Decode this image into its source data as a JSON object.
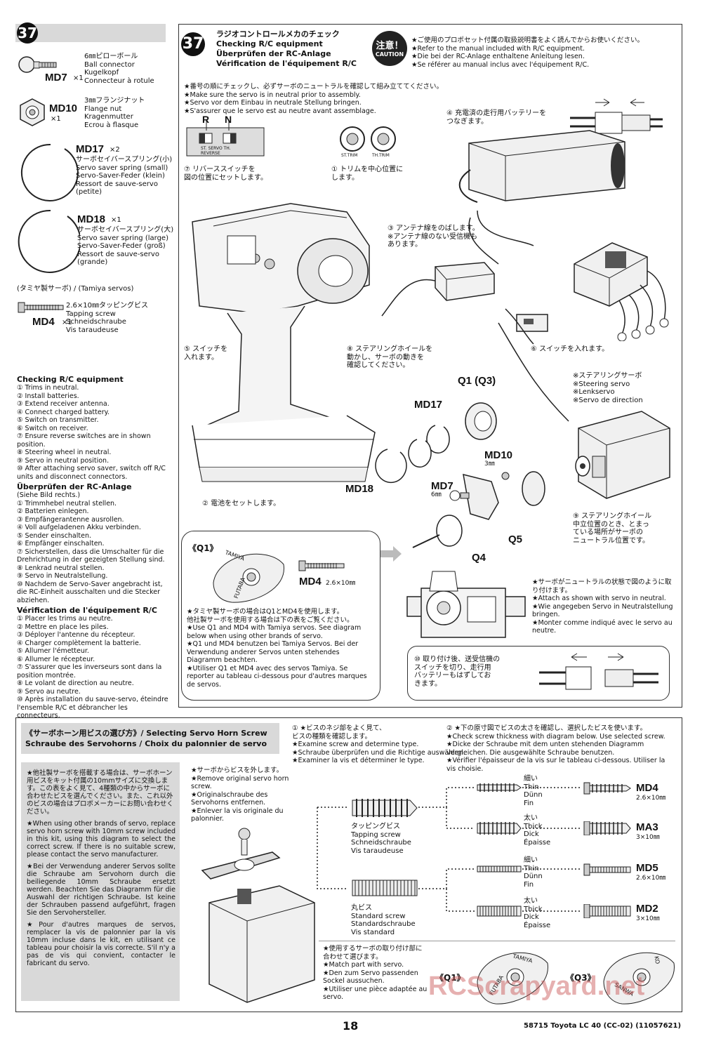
{
  "step": "37",
  "parts": {
    "md7": {
      "code": "MD7",
      "qty": "×1",
      "desc": "6㎜ピローボール\nBall connector\nKugelkopf\nConnecteur à rotule"
    },
    "md10": {
      "code": "MD10",
      "qty": "×1",
      "desc": "3㎜フランジナット\nFlange nut\nKragenmutter\nEcrou à flasque"
    },
    "md17": {
      "code": "MD17",
      "qty": "×2",
      "desc": "サーボセイバースプリング(小)\nServo saver spring (small)\nServo-Saver-Feder (klein)\nRessort de sauve-servo\n(petite)"
    },
    "md18": {
      "code": "MD18",
      "qty": "×1",
      "desc": "サーボセイバースプリング(大)\nServo saver spring (large)\nServo-Saver-Feder (groß)\nRessort de sauve-servo\n(grande)"
    },
    "tamiya_servos": "(タミヤ製サーボ) / (Tamiya servos)",
    "md4": {
      "code": "MD4",
      "qty": "×1",
      "desc": "2.6×10㎜タッピングビス\nTapping screw\nSchneidschraube\nVis taraudeuse"
    }
  },
  "left_instructions": {
    "en_title": "Checking R/C equipment",
    "en_items": [
      "① Trims in neutral.",
      "② Install batteries.",
      "③ Extend receiver antenna.",
      "④ Connect charged battery.",
      "⑤ Switch on transmitter.",
      "⑥ Switch on receiver.",
      "⑦ Ensure reverse switches are in shown position.",
      "⑧ Steering wheel in neutral.",
      "⑨ Servo in neutral position.",
      "⑩ After attaching servo saver, switch off R/C units and disconnect connectors."
    ],
    "de_title": "Überprüfen der RC-Anlage",
    "de_sub": "(Siehe Bild rechts.)",
    "de_items": [
      "① Trimmhebel neutral stellen.",
      "② Batterien einlegen.",
      "③ Empfängerantenne ausrollen.",
      "④ Voll aufgeladenen Akku verbinden.",
      "⑤ Sender einschalten.",
      "⑥ Empfänger einschalten.",
      "⑦ Sicherstellen, dass die Umschalter für die Drehrichtung in der gezeigten Stellung sind.",
      "⑧ Lenkrad neutral stellen.",
      "⑨ Servo in Neutralstellung.",
      "⑩ Nachdem de Servo-Saver angebracht ist, die RC-Einheit ausschalten und die Stecker abziehen."
    ],
    "fr_title": "Vérification de l'équipement R/C",
    "fr_items": [
      "① Placer les trims au neutre.",
      "② Mettre en place les piles.",
      "③ Déployer l'antenne du récepteur.",
      "④ Charger complètement la batterie.",
      "⑤ Allumer l'émetteur.",
      "⑥ Allumer le récepteur.",
      "⑦ S'assurer que les inverseurs sont dans la position montrée.",
      "⑧ Le volant de direction au neutre.",
      "⑨ Servo au neutre.",
      "⑩ Après installation du sauve-servo, éteindre l'ensemble R/C et débrancher les connecteurs."
    ]
  },
  "main": {
    "title_jp": "ラジオコントロールメカのチェック",
    "title_en": "Checking R/C equipment",
    "title_de": "Überprüfen der RC-Anlage",
    "title_fr": "Vérification de l'équipement R/C",
    "caution_jp": "注意！",
    "caution_en": "CAUTION",
    "caution_text": "★ご使用のプロポセット付属の取扱説明書をよく読んでからお使いください。\n★Refer to the manual included with R/C equipment.\n★Die bei der RC-Anlage enthaltene Anleitung lesen.\n★Se référer au manual inclus avec l'équipement R/C.",
    "neutral_note": "★番号の順にチェックし、必ずサーボのニュートラルを確認して組み立ててください。\n★Make sure the servo is in neutral prior to assembly.\n★Servo vor dem Einbau in neutrale Stellung bringen.\n★S'assurer que le servo est au neutre avant assemblage.",
    "switch_R": "R",
    "switch_N": "N",
    "switch_sub": "ST.   SERVO   TH.\nREVERSE",
    "trim_st": "ST.TRIM",
    "trim_th": "TH.TRIM",
    "step4": "④ 充電済の走行用バッテリーを\nつなぎます。",
    "step7": "⑦ リバーススイッチを\n図の位置にセットします。",
    "step1": "① トリムを中心位置に\nします。",
    "step3": "③ アンテナ線をのばします。\n※アンテナ線のない受信機も\nあります。",
    "step5": "⑤ スイッチを\n入れます。",
    "step8": "⑧ ステアリングホイールを\n動かし、サーボの動きを\n確認してください。",
    "step6": "⑥ スイッチを入れます。",
    "step2": "② 電池をセットします。",
    "steering_servo": "※ステアリングサーボ\n※Steering servo\n※Lenkservo\n※Servo de direction",
    "step9": "⑨ ステアリングホイール\n中立位置のとき、とまっ\nている場所がサーボの\nニュートラル位置です。",
    "q1q3": "Q1 (Q3)",
    "md17_lbl": "MD17",
    "md10_lbl": "MD10",
    "md10_size": "3㎜",
    "md7_lbl": "MD7",
    "md7_size": "6㎜",
    "md18_lbl": "MD18",
    "q5": "Q5",
    "q4": "Q4",
    "q1_box_title": "《Q1》",
    "tamiya": "TAMIYA",
    "futaba": "FUTABA",
    "md4_box": "MD4",
    "md4_box_size": "2.6×10㎜",
    "q1_note": "★タミヤ製サーボの場合はQ1とMD4を使用します。\n他社製サーボを使用する場合は下の表をご覧ください。\n★Use Q1 and MD4 with Tamiya servos. See diagram below when using other brands of servo.\n★Q1 und MD4 benutzen bei Tamiya Servos. Bei der Verwendung anderer Servos unten stehendes Diagramm beachten.\n★Utiliser Q1 et MD4 avec des servos Tamiya. Se reporter au tableau ci-dessous pour d'autres marques de servos.",
    "attach_note": "★サーボがニュートラルの状態で図のように取り付けます。\n★Attach as shown with servo in neutral.\n★Wie angegeben Servo in Neutralstellung bringen.\n★Monter comme indiqué avec le servo au neutre.",
    "step10": "⑩ 取り付け後、送受信機の\nスイッチを切り、走行用\nバッテリーもはずしてお\nきます。"
  },
  "bottom": {
    "title1": "《サーボホーン用ビスの選び方》/ Selecting Servo Horn Screw",
    "title2": "Schraube des Servohorns / Choix du palonnier de servo",
    "left_jp": "★他社製サーボを搭載する場合は、サーボホーン用ビスをキット付属の10mmサイズに交換します。この表をよく見て、4種類の中からサーボに合わせたビスを選んでください。また、これ以外のビスの場合はプロポメーカーにお問い合わせください。",
    "left_en": "★When using other brands of servo, replace servo horn screw with 10mm screw included in this kit, using this diagram to select the correct screw. If there is no suitable screw, please contact the servo manufacturer.",
    "left_de": "★Bei der Verwendung anderer Servos sollte die Schraube am Servohorn durch die beiliegende 10mm Schraube ersetzt werden. Beachten Sie das Diagramm für die Auswahl der richtigen Schraube. Ist keine der Schrauben passend aufgeführt, fragen Sie den Servohersteller.",
    "left_fr": "★Pour d'autres marques de servos, remplacer la vis de palonnier par la vis 10mm incluse dans le kit, en utilisant ce tableau pour choisir la vis correcte. S'il n'y a pas de vis qui convient, contacter le fabricant du servo.",
    "remove_note": "★サーボからビスを外します。\n★Remove original servo horn screw.\n★Originalschraube des Servohorns entfernen.\n★Enlever la vis originale du palonnier.",
    "b1": "① ★ビスのネジ部をよく見て、\nビスの種類を確認します。\n★Examine screw and determine type.\n★Schraube überprüfen und die Richtige auswählen.\n★Examiner la vis et déterminer le type.",
    "b2": "② ★下の原寸図でビスの太さを確認し、選択したビスを使います。\n★Check screw thickness with diagram below. Use selected screw.\n★Dicke der Schraube mit dem unten stehenden Diagramm vergleichen. Die ausgewählte Schraube benutzen.\n★Vérifier l'épaisseur de la vis sur le tableau ci-dessous. Utiliser la vis choisie.",
    "tapping": "タッピングビス\nTapping screw\nSchneidschraube\nVis taraudeuse",
    "standard": "丸ビス\nStandard screw\nStandardschraube\nVis standard",
    "thin": "細い\nThin\nDünn\nFin",
    "thick": "太い\nThick\nDick\nÉpaisse",
    "r_md4": "MD4",
    "r_md4s": "2.6×10㎜",
    "r_ma3": "MA3",
    "r_ma3s": "3×10㎜",
    "r_md5": "MD5",
    "r_md5s": "2.6×10㎜",
    "r_md2": "MD2",
    "r_md2s": "3×10㎜",
    "match_note": "★使用するサーボの取り付け部に合わせて選びます。\n★Match part with servo.\n★Den zum Servo passenden Sockel aussuchen.\n★Utiliser une pièce adaptée au servo.",
    "q1b": "《Q1》",
    "q3b": "《Q3》",
    "ko": "KO",
    "sanwa": "SANWA"
  },
  "footer": {
    "page": "18",
    "model": "58715 Toyota LC 40 (CC-02) (11057621)",
    "watermark": "RCScrapyard.net"
  }
}
